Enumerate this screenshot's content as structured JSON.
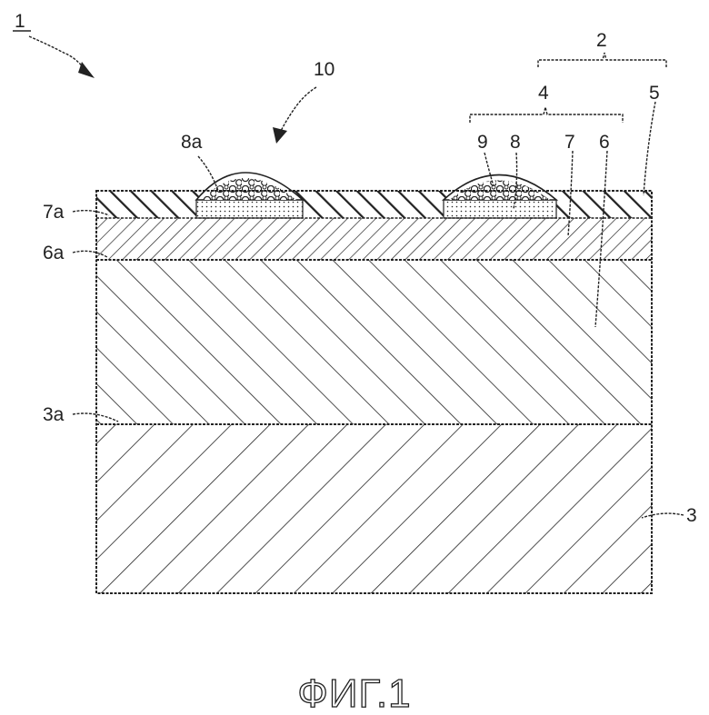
{
  "labels": {
    "ref_1": "1",
    "ref_2": "2",
    "ref_3": "3",
    "ref_3a": "3a",
    "ref_4": "4",
    "ref_5": "5",
    "ref_6": "6",
    "ref_6a": "6a",
    "ref_7": "7",
    "ref_7a": "7a",
    "ref_8": "8",
    "ref_8a": "8a",
    "ref_9": "9",
    "ref_10": "10"
  },
  "caption": "ФИГ.1",
  "colors": {
    "line": "#222222",
    "background": "#ffffff"
  }
}
